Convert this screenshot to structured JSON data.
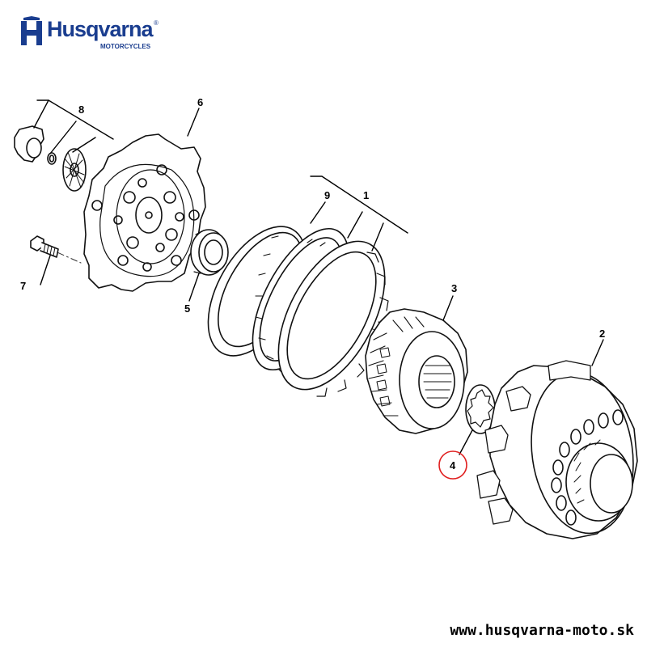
{
  "brand": {
    "name": "Husqvarna",
    "subtitle": "MOTORCYCLES",
    "reg_mark": "®",
    "color": "#1a3d8f"
  },
  "website": "www.husqvarna-moto.sk",
  "highlight_color": "#e02020",
  "callouts": [
    {
      "id": "1",
      "label": "1"
    },
    {
      "id": "2",
      "label": "2"
    },
    {
      "id": "3",
      "label": "3"
    },
    {
      "id": "4",
      "label": "4",
      "highlighted": true
    },
    {
      "id": "5",
      "label": "5"
    },
    {
      "id": "6",
      "label": "6"
    },
    {
      "id": "7",
      "label": "7"
    },
    {
      "id": "8",
      "label": "8"
    },
    {
      "id": "9",
      "label": "9"
    }
  ]
}
